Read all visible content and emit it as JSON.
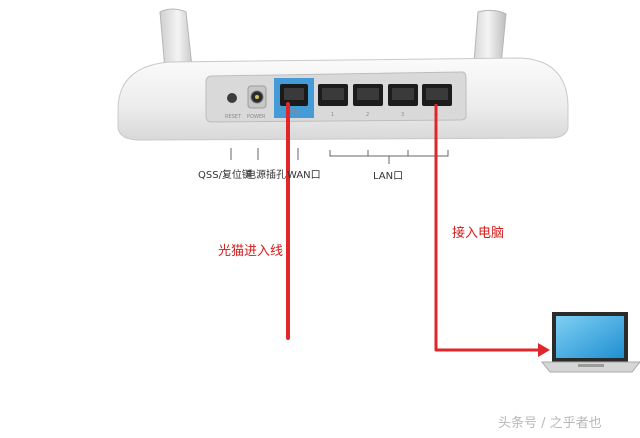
{
  "router": {
    "labels": {
      "qss_reset": "QSS/复位键",
      "power_jack": "电源插孔",
      "wan_port": "WAN口",
      "lan_port": "LAN口"
    },
    "panel_text": {
      "reset": "RESET",
      "power": "POWER",
      "wan": "WAN",
      "lan_1": "1",
      "lan_2": "2",
      "lan_3": "3",
      "lan_4": "4"
    }
  },
  "annotations": {
    "modem_line": "光猫进入线",
    "to_computer": "接入电脑"
  },
  "watermark": "头条号 / 之乎者也",
  "colors": {
    "cable_red": "#e0262b",
    "label_red": "#d61a1a",
    "wan_highlight": "#2a8fd6",
    "router_body": "#f2f2f2",
    "router_panel": "#d9d9d9"
  },
  "icons": [
    "router",
    "antenna",
    "laptop",
    "arrow-right"
  ]
}
